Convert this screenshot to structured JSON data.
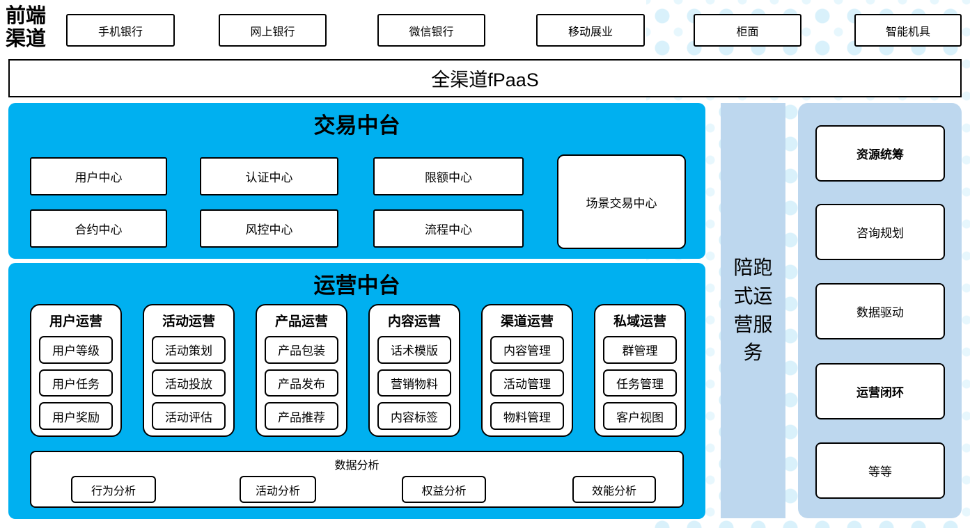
{
  "front_channels": {
    "label": "前端渠道",
    "items": [
      "手机银行",
      "网上银行",
      "微信银行",
      "移动展业",
      "柜面",
      "智能机具"
    ]
  },
  "fpaas": {
    "label": "全渠道fPaaS"
  },
  "trade_platform": {
    "title": "交易中台",
    "centers": [
      "用户中心",
      "认证中心",
      "限额中心",
      "合约中心",
      "风控中心",
      "流程中心"
    ],
    "scene_center": "场景交易中心"
  },
  "operation_platform": {
    "title": "运营中台",
    "groups": [
      {
        "title": "用户运营",
        "items": [
          "用户等级",
          "用户任务",
          "用户奖励"
        ]
      },
      {
        "title": "活动运营",
        "items": [
          "活动策划",
          "活动投放",
          "活动评估"
        ]
      },
      {
        "title": "产品运营",
        "items": [
          "产品包装",
          "产品发布",
          "产品推荐"
        ]
      },
      {
        "title": "内容运营",
        "items": [
          "话术模版",
          "营销物料",
          "内容标签"
        ]
      },
      {
        "title": "渠道运营",
        "items": [
          "内容管理",
          "活动管理",
          "物料管理"
        ]
      },
      {
        "title": "私域运营",
        "items": [
          "群管理",
          "任务管理",
          "客户视图"
        ]
      }
    ],
    "data_analysis": {
      "title": "数据分析",
      "items": [
        "行为分析",
        "活动分析",
        "权益分析",
        "效能分析"
      ]
    }
  },
  "side_bar": {
    "label": "陪跑式运营服务"
  },
  "service_panel": {
    "items": [
      {
        "label": "资源统筹",
        "bold": true
      },
      {
        "label": "咨询规划",
        "bold": false
      },
      {
        "label": "数据驱动",
        "bold": false
      },
      {
        "label": "运营闭环",
        "bold": true
      },
      {
        "label": "等等",
        "bold": false
      }
    ]
  },
  "colors": {
    "primary_blue": "#00B0F0",
    "light_blue": "#BDD7EE",
    "dot_color": "#D9F1FB",
    "box_border": "#000000"
  }
}
